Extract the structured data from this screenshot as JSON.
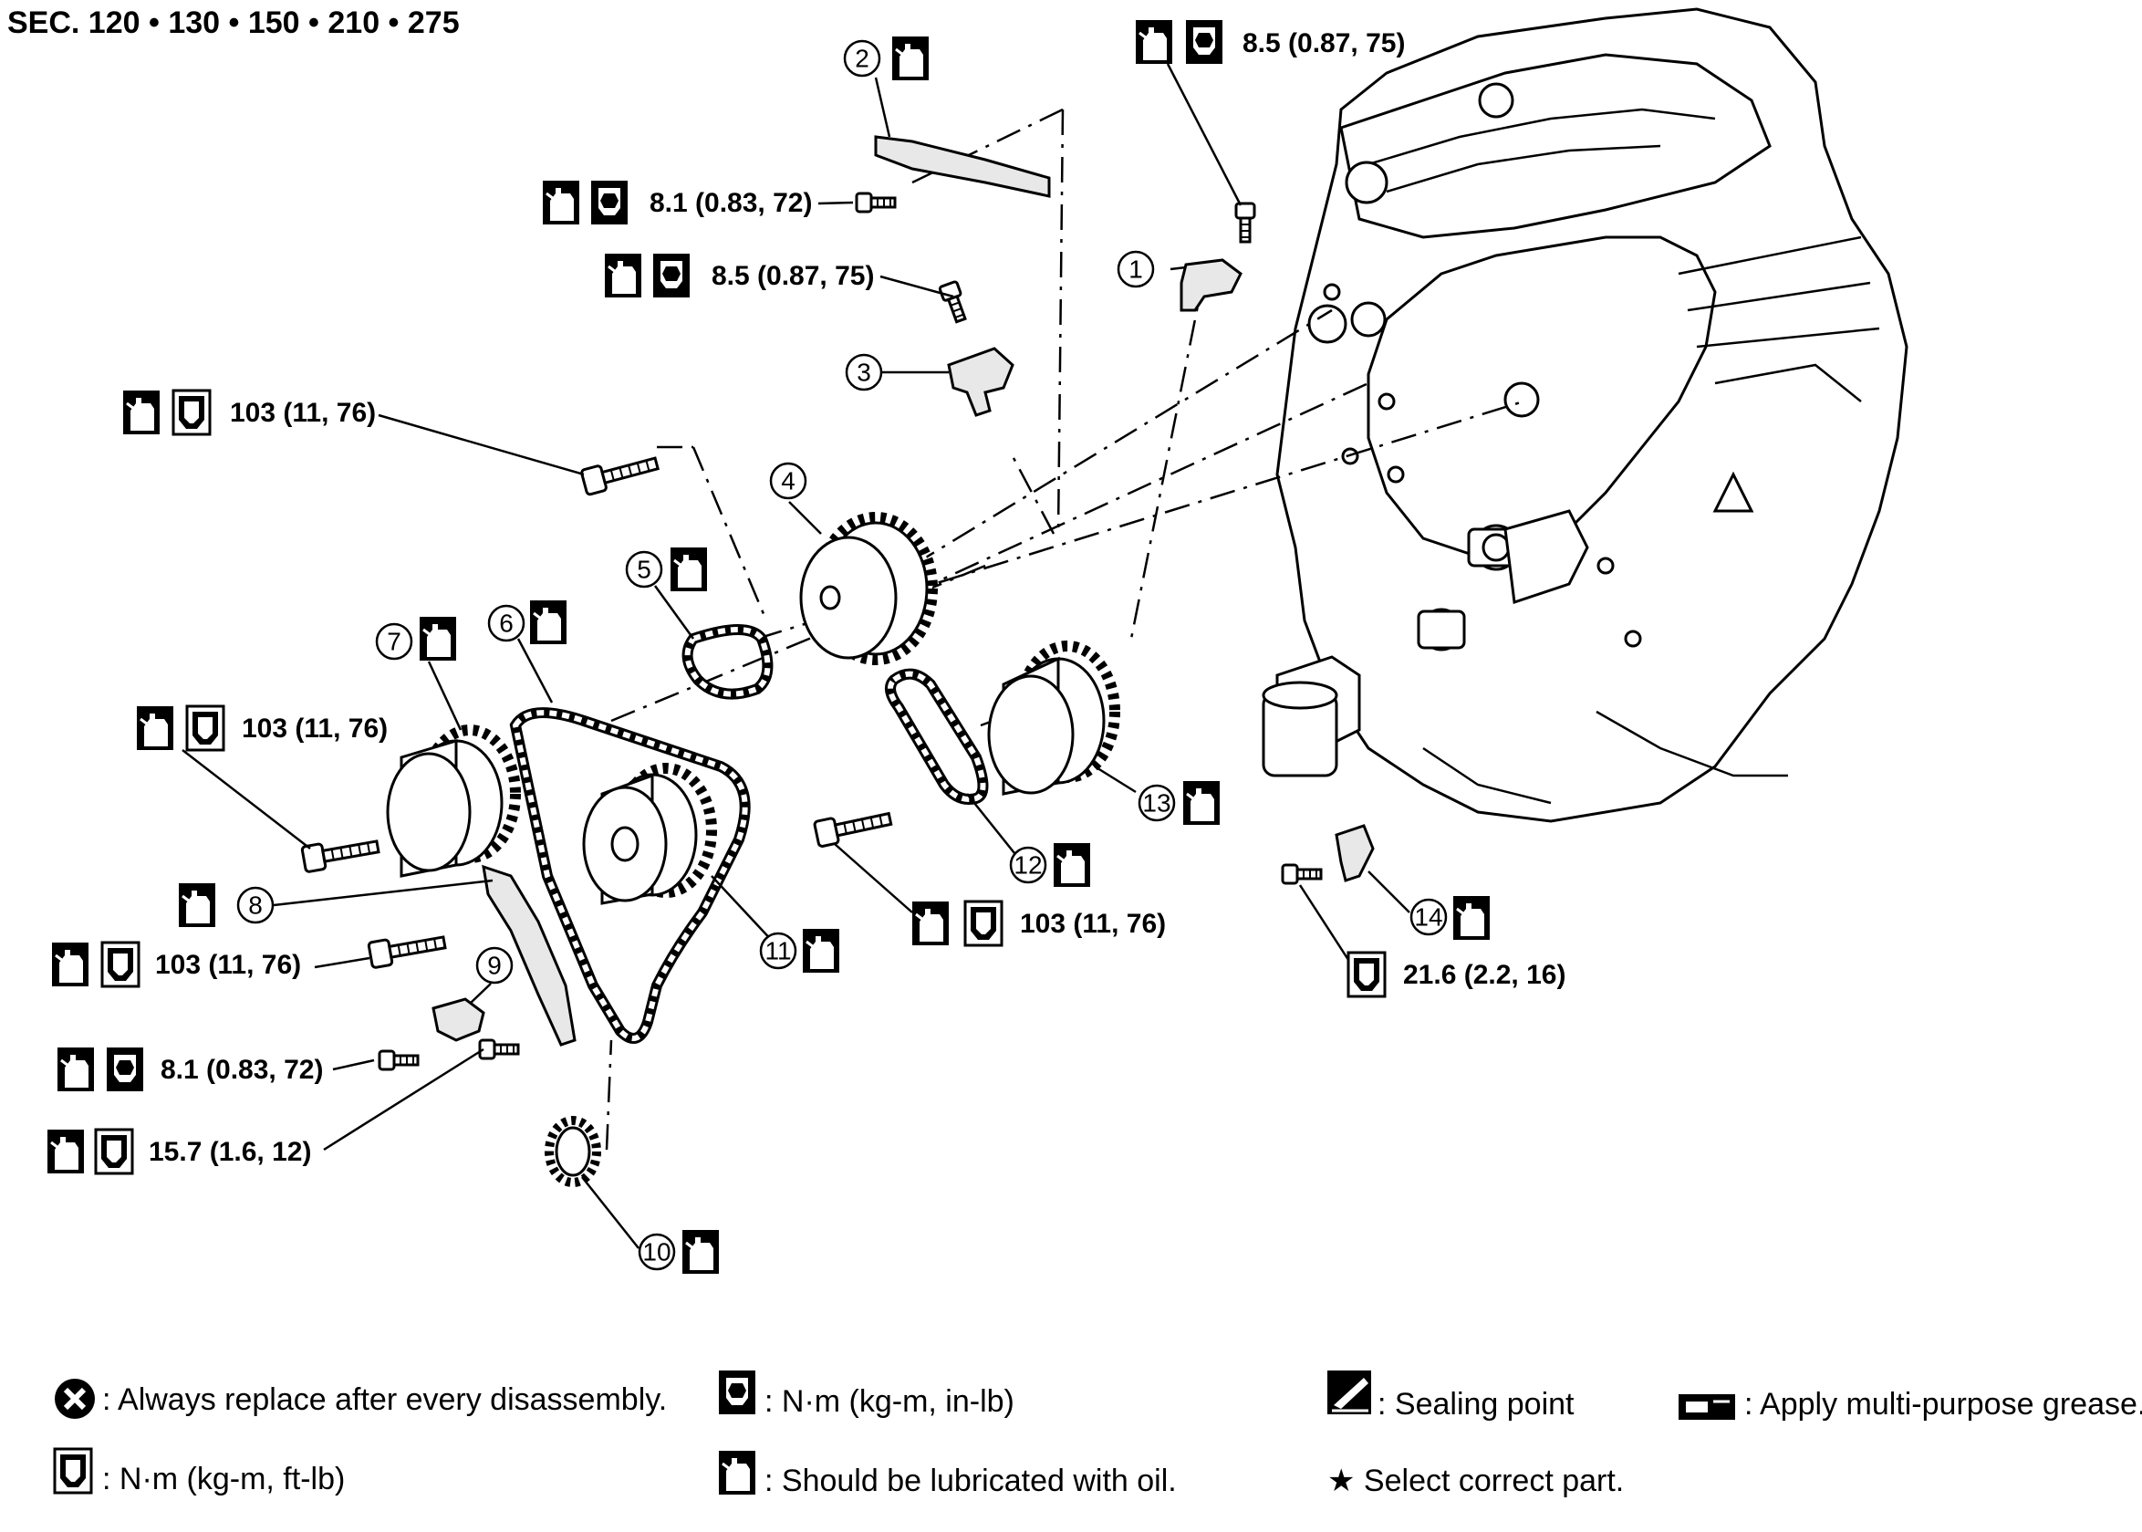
{
  "title": "SEC. 120 • 130 • 150 • 210 • 275",
  "callouts": [
    {
      "num": "1"
    },
    {
      "num": "2"
    },
    {
      "num": "3"
    },
    {
      "num": "4"
    },
    {
      "num": "5"
    },
    {
      "num": "6"
    },
    {
      "num": "7"
    },
    {
      "num": "8"
    },
    {
      "num": "9"
    },
    {
      "num": "10"
    },
    {
      "num": "11"
    },
    {
      "num": "12"
    },
    {
      "num": "13"
    },
    {
      "num": "14"
    }
  ],
  "torques": {
    "t1": "8.5 (0.87, 75)",
    "t2": "8.1 (0.83, 72)",
    "t3": "8.5 (0.87, 75)",
    "t4": "103 (11, 76)",
    "t5": "103 (11, 76)",
    "t6": "103 (11, 76)",
    "t7": "8.1 (0.83, 72)",
    "t8": "15.7 (1.6, 12)",
    "t9": "103 (11, 76)",
    "t10": "21.6 (2.2, 16)"
  },
  "legend": {
    "replace": ": Always replace after every disassembly.",
    "nm_inlb": ": N·m (kg-m, in-lb)",
    "sealing": ": Sealing point",
    "grease": ": Apply multi-purpose grease.",
    "nm_ftlb": ": N·m (kg-m, ft-lb)",
    "oil": ": Should be lubricated with oil.",
    "star": "★ Select correct part."
  },
  "icons": {
    "oil_can": "oil-can-icon",
    "torque_in_lb": "torque-wrench-in-lb-icon",
    "torque_ft_lb": "torque-wrench-ft-lb-icon",
    "replace": "x-circle-icon",
    "sealing": "sealing-point-icon",
    "grease": "grease-icon"
  }
}
